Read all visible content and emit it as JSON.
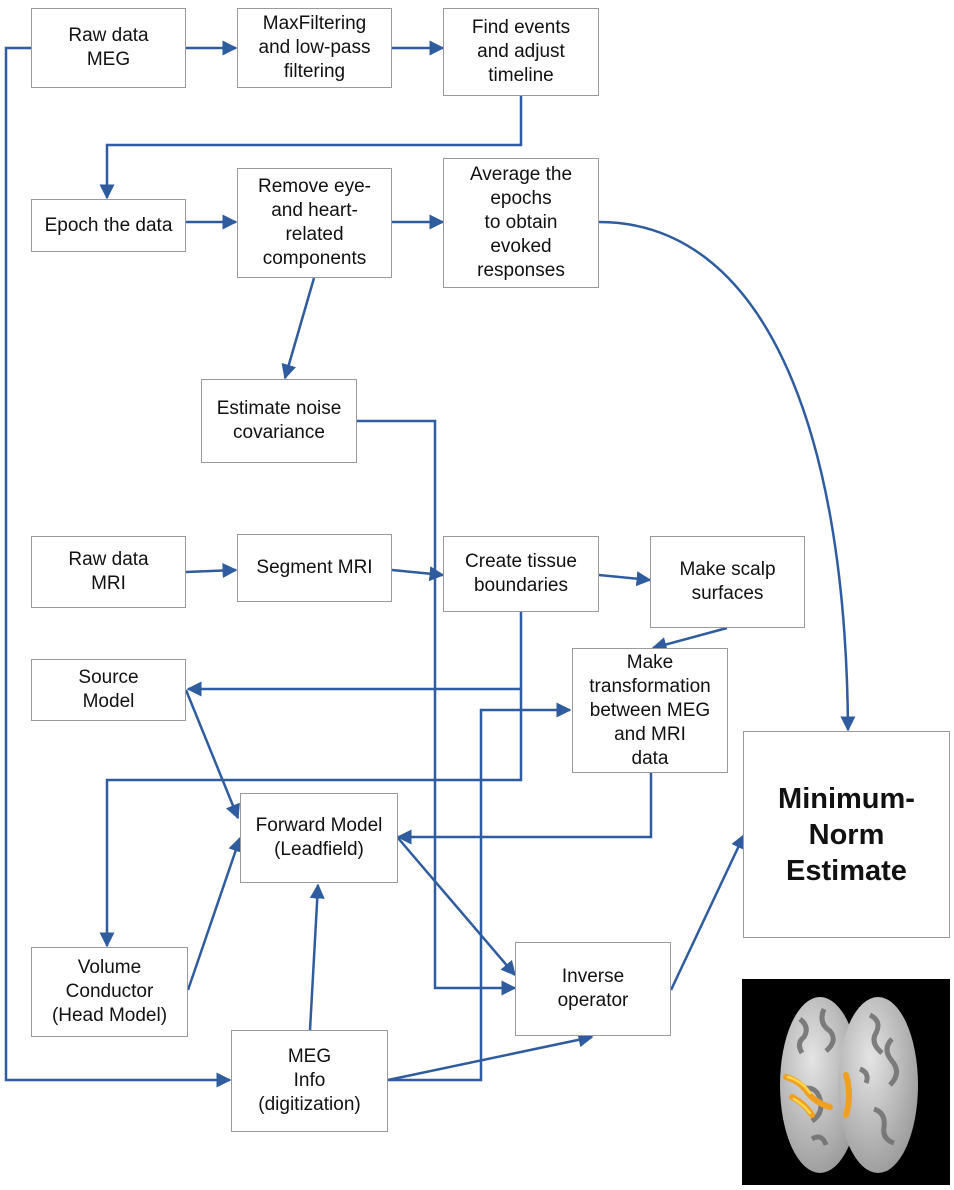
{
  "nodes": {
    "raw_meg": "Raw data\nMEG",
    "maxfilter": "MaxFiltering\nand low-pass\nfiltering",
    "find_events": "Find events\nand adjust\ntimeline",
    "epoch": "Epoch the data",
    "remove_eye": "Remove eye-\nand heart-\nrelated\ncomponents",
    "average": "Average the\nepochs\nto obtain\nevoked\nresponses",
    "noise_cov": "Estimate noise\ncovariance",
    "raw_mri": "Raw data\nMRI",
    "segment": "Segment MRI",
    "tissue": "Create tissue\nboundaries",
    "scalp": "Make scalp\nsurfaces",
    "source_model": "Source\nModel",
    "transform": "Make\ntransformation\nbetween MEG\nand MRI\ndata",
    "mne": "Minimum-\nNorm\nEstimate",
    "forward": "Forward Model\n(Leadfield)",
    "volume": "Volume\nConductor\n(Head Model)",
    "inverse": "Inverse\noperator",
    "meg_info": "MEG\nInfo\n(digitization)"
  },
  "colors": {
    "arrow": "#2e5c9e",
    "box_border": "#9a9a9a",
    "brain_background": "#000000",
    "cortex_light": "#d6d6d6",
    "cortex_dark": "#6e6e6e",
    "activation": "#f0a020"
  },
  "image": {
    "subject": "brain-cortex-activation-image"
  }
}
